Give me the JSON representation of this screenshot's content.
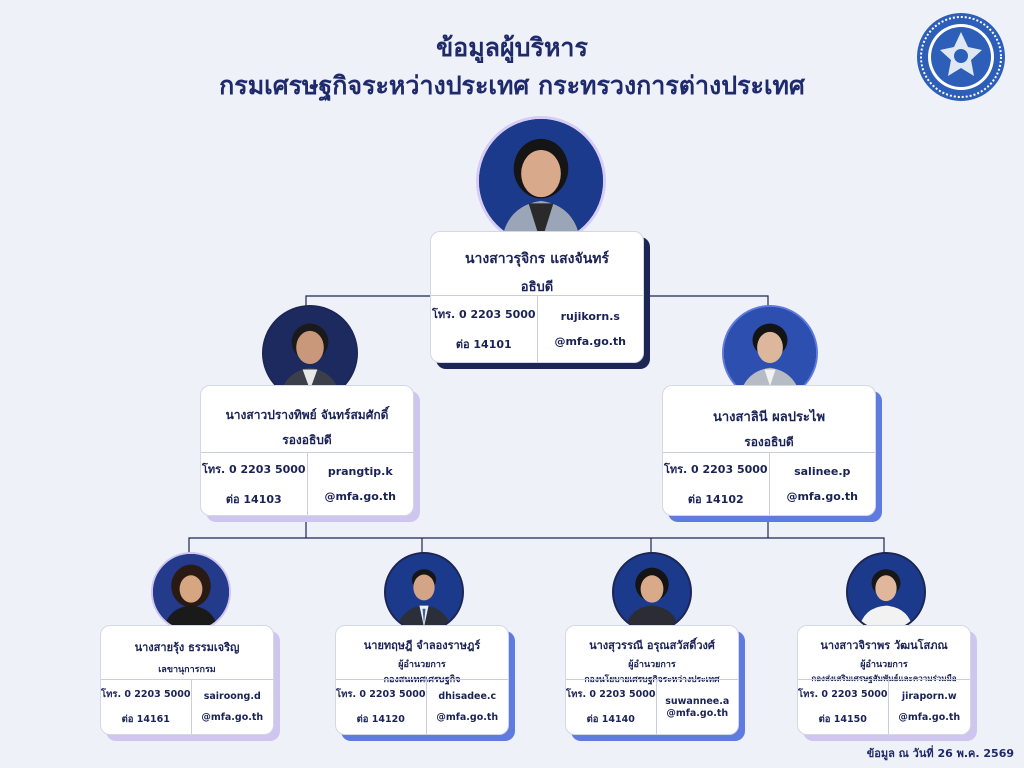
{
  "header": {
    "title_line1": "ข้อมูลผู้บริหาร",
    "title_line2": "กรมเศรษฐกิจระหว่างประเทศ  กระทรวงการต่างประเทศ"
  },
  "colors": {
    "navy": "#1c2553",
    "blue": "#5f7be0",
    "lavender": "#cfc6f0",
    "photo_bg": "#1c3a8c"
  },
  "people": {
    "director": {
      "name": "นางสาวรุจิกร แสงจันทร์",
      "title": "อธิบดี",
      "phone": "โทร. 0 2203 5000",
      "ext": "ต่อ 14101",
      "email_user": "rujikorn.s",
      "email_domain": "@mfa.go.th"
    },
    "deputy_left": {
      "name": "นางสาวปรางทิพย์ จันทร์สมศักดิ์",
      "title": "รองอธิบดี",
      "phone": "โทร. 0 2203 5000",
      "ext": "ต่อ 14103",
      "email_user": "prangtip.k",
      "email_domain": "@mfa.go.th"
    },
    "deputy_right": {
      "name": "นางสาลินี ผลประไพ",
      "title": "รองอธิบดี",
      "phone": "โทร. 0 2203 5000",
      "ext": "ต่อ 14102",
      "email_user": "salinee.p",
      "email_domain": "@mfa.go.th"
    },
    "p1": {
      "name": "นางสายรุ้ง ธรรมเจริญ",
      "title": "เลขานุการกรม",
      "unit": "",
      "phone": "โทร. 0 2203 5000",
      "ext": "ต่อ 14161",
      "email_user": "sairoong.d",
      "email_domain": "@mfa.go.th"
    },
    "p2": {
      "name": "นายทฤษฎี จำลองราษฎร์",
      "title": "ผู้อำนวยการ",
      "unit": "กองสนเทศเศรษฐกิจ",
      "phone": "โทร. 0 2203 5000",
      "ext": "ต่อ 14120",
      "email_user": "dhisadee.c",
      "email_domain": "@mfa.go.th"
    },
    "p3": {
      "name": "นางสุวรรณี อรุณสวัสดิ์วงศ์",
      "title": "ผู้อำนวยการ",
      "unit": "กองนโยบายเศรษฐกิจระหว่างประเทศ",
      "phone": "โทร. 0 2203 5000",
      "ext": "ต่อ 14140",
      "email_user": "suwannee.a",
      "email_domain": "@mfa.go.th"
    },
    "p4": {
      "name": "นางสาวจิราพร วัฒนโสภณ",
      "title": "ผู้อำนวยการ",
      "unit": "กองส่งเสริมเศรษฐสัมพันธ์และความร่วมมือ",
      "phone": "โทร. 0 2203 5000",
      "ext": "ต่อ 14150",
      "email_user": "jiraporn.w",
      "email_domain": "@mfa.go.th"
    }
  },
  "footer": {
    "note": "ข้อมูล ณ วันที่ 26 พ.ค. 2569"
  }
}
